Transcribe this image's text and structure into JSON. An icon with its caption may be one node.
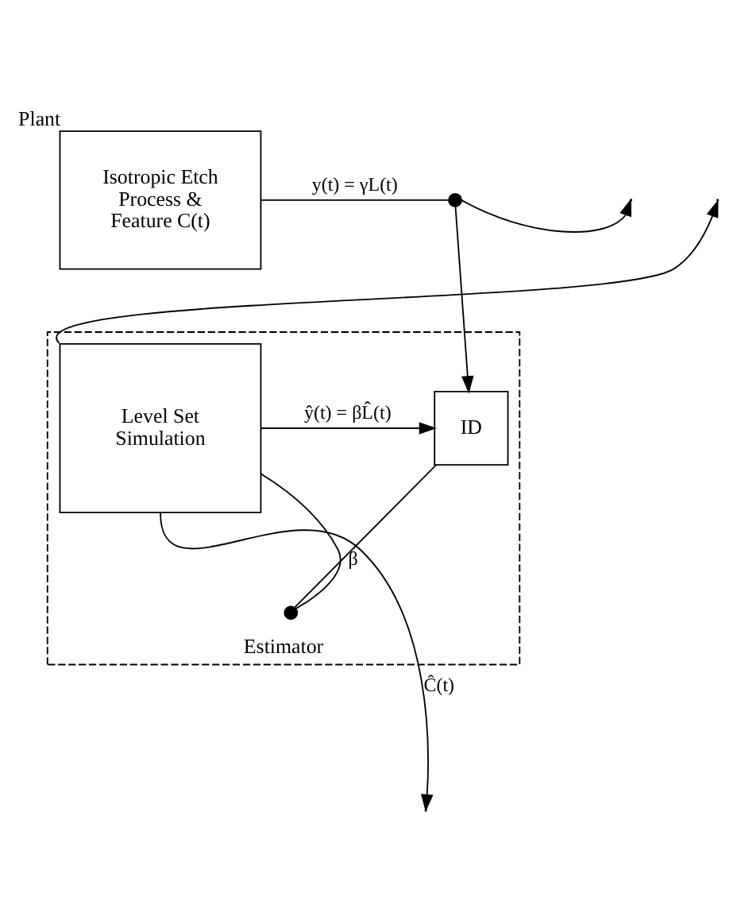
{
  "diagram": {
    "nodes": [
      {
        "text": [
          "Isotropic Etch Process & Feature C(t)"
        ],
        "beside": [
          "Plant"
        ]
      },
      {
        "text": [
          "Estimator"
        ]
      },
      {
        "text": [
          "Level Set Simulation"
        ],
        "in": 1
      },
      {
        "text": [
          "ID"
        ],
        "in": 1
      },
      {
        "text": [],
        "shape": "circle"
      },
      {
        "text": [],
        "shape": "circle",
        "in": 1
      }
    ],
    "edges": [
      {
        "from": 0,
        "to": 4,
        "arrow": "none",
        "label": "y(t) = γL(t)"
      },
      {
        "from": 4,
        "to": null,
        "arrow": "to"
      },
      {
        "from": 4,
        "to": 3,
        "arrow": "to"
      },
      {
        "from": 2,
        "to": 3,
        "arrow": "to",
        "label": "ŷ(t) = βL̂(t)"
      },
      {
        "from": 3,
        "to": 5,
        "arrow": "none",
        "label": "β"
      },
      {
        "from": 5,
        "to": 2,
        "arrow": "none"
      },
      {
        "from": 2,
        "to": null,
        "arrow": "to"
      },
      {
        "from": 2,
        "to": null,
        "arrow": "to",
        "label": "Ĉ(t)"
      }
    ]
  }
}
